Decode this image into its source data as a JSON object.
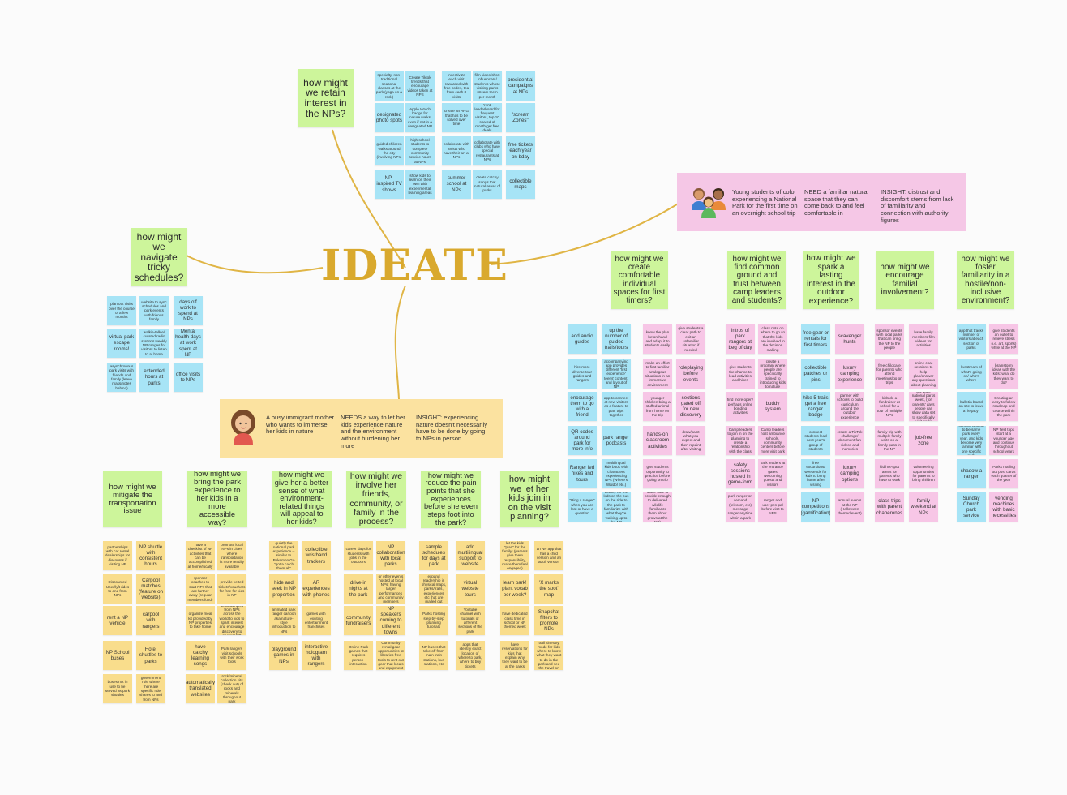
{
  "title": "IDEATE",
  "colors": {
    "question": "#cdf59b",
    "blue": "#a7e4f6",
    "yellow": "#f9dd8c",
    "pink": "#f7c6e6",
    "title": "#d9a92e",
    "connector": "#e0b545"
  },
  "questions": {
    "retain": "how might we retain interest in the NPs?",
    "schedules": "how might we navigate tricky schedules?",
    "transport": "how might we mitigate the transportation issue",
    "accessible": "how might we bring the park experience to her kids in a more accessible way?",
    "sense": "how might we give her a better sense of what environment-related things will appeal to her kids?",
    "involve": "how might we involve her friends, community, or family in the process?",
    "reduce": "how might we reduce the pain points that she experiences before she even steps foot into the park?",
    "letkids": "how might we let her kids join in on the visit planning?",
    "comfortable": "how might we create comfortable individual spaces for first timers?",
    "common": "how might we find common ground and trust between camp leaders and students?",
    "spark": "how might we spark a lasting interest in the outdoor experience?",
    "familial": "how might we encourage familial involvement?",
    "foster": "how might we foster familiarity in a hostile/non-inclusive environment?"
  },
  "banners": {
    "mother": {
      "col1": "A busy immigrant mother who wants to immerse her kids in nature",
      "col2": "NEEDS a way to let her kids experience nature and the environment without burdening her more",
      "col3": "INSIGHT: experiencing nature doesn't necessarily have to be done by going to NPs in person"
    },
    "students": {
      "col1": "Young students of color experiencing a National Park for the first time on an overnight school trip",
      "col2": "NEED a familiar natural space that they can come back to and feel comfortable in",
      "col3": "INSIGHT: distrust and discomfort stems from lack of familiarity and connection with authority figures"
    }
  },
  "notes": {
    "retain": [
      [
        "specialty, non-traditional seasonal classes at the park (yoga on a rock)",
        "Create Tiktok trends that encourage videos taken at NPS",
        "incentivize each visit rewarded with free codes, tea from each 3 visits",
        "film video/short influencers/ students whose visiting parks stream them per month",
        "presidential campaigns at NPs"
      ],
      [
        "designated photo spots",
        "Apple Watch badge for nature walks even if not in a designated NP",
        "create an ARG that has to be solved over time",
        "'rent' leaderboard for frequent visitors, top 10 shared of month get free deals",
        "\"scream Zones\""
      ],
      [
        "guided children walks around the city (involving NPs)",
        "high school students to complete community service hours at NPs",
        "collaborate with artists who have their art at NPs",
        "collaborate with clubs who have special restaurants at NPs",
        "free tickets each year on bday"
      ],
      [
        "NP-inspired TV shows",
        "show kids to learn on their own with experimental learning areas",
        "summer school at NPs",
        "create catchy songs that natural areas of parks",
        "collectible maps"
      ]
    ],
    "schedules": [
      [
        "plan out visits over the course of a few months",
        "website to sync schedules and park events with friends family",
        "days off work to spend at NPs"
      ],
      [
        "virtual park escape rooms!",
        "walkie-talkie/ curated radio stations weekly NP ranges for visitors to listen to at home",
        "Mental health days at work spent at NP"
      ],
      [
        "asynchronous park visits with friends and family (leave mass/notes behind)",
        "extended hours at parks",
        "office visits to NPs"
      ]
    ],
    "transport": [
      [
        "partnerships with car rental dealerships for discounts if visiting NP",
        "NP shuttle with consistent hours"
      ],
      [
        "Discounted Uber/lyft rides to and from NPs",
        "Carpool matches (feature on website)"
      ],
      [
        "rent a NP vehicle",
        "carpool with rangers"
      ],
      [
        "NP School buses",
        "Hotel shuttles to parks"
      ],
      [
        "buses not in use to be served as park shuttles",
        "government role where there are specific ride shares to and from NPs"
      ]
    ],
    "accessible": [
      [
        "have a checklist of NP activities that can be accomplished at home/locally",
        "promote local NPs in cities where transportation is more readily available"
      ],
      [
        "sponsor coaches to start NPs that are further away (regular members fund)",
        "provide vetted tickets/vouchers for free for kids in NP"
      ],
      [
        "organize meal kit provided by NP properties to take home",
        "send samples from NPs across the world to kids to spark interest and encourage discovery to nearest NP"
      ],
      [
        "have catchy learning songs",
        "Park rangers visit schools with their work tools"
      ],
      [
        "automatically translated websites",
        "rock/mineral collection kits (check out) of rocks and minerals throughout park"
      ]
    ],
    "sense": [
      [
        "quietly the national park experience -- similar to Pokemon Go \"gotta catch them all\"",
        "collectible wristband trackers"
      ],
      [
        "hide and seek in NP properties",
        "AR experiences with phones"
      ],
      [
        "animated park ranger cartoon aka nature-style introduction to NPs",
        "games with exciting entertainment franchises"
      ],
      [
        "playground games in NPs",
        "interactive hologram with rangers"
      ]
    ],
    "involve": [
      [
        "career days for students with jobs in the outdoors",
        "NP collaboration with local parks"
      ],
      [
        "drive-in nights at the park",
        "dance classes or other events hosted at local NPs; having larger performances and community members interested"
      ],
      [
        "community fundraisers",
        "NP speakers coming to different towns"
      ],
      [
        "Online Park games that requires person-interaction",
        "Community rental gear opportunities at libraries free tools to rent out gear that locals and equipment"
      ]
    ],
    "reduce": [
      [
        "sample schedules for days at park",
        "add multilingual support to website"
      ],
      [
        "expand readership in physical maps, parks/trails, experiences etc that are mailed out",
        "virtual website tours"
      ],
      [
        "Parks hosting step-by-step planning tutorials",
        "Youtube channel with tutorials of different sections of the park"
      ],
      [
        "NP buses that take off from main train stations, bus stations, etc",
        "apps that identify exact location of where to park, where to buy tickets"
      ]
    ],
    "letkids": [
      [
        "let the kids \"plan\" for the family! (parents give them responsibility, make them feel engaged)",
        "an NP app that has a child version and an adult version"
      ],
      [
        "learn park! plant vocab per week?",
        "'X marks the spot' map"
      ],
      [
        "have dedicated class time in school or NP themed week",
        "Snapchat filters to promote NPs"
      ],
      [
        "have reservations for kids that explain why they want to be at the parks",
        "build your own \"trail itinerary\" mode for kids where to know what they want to do in the park and see the travel on their website"
      ]
    ],
    "comfortable": [
      [
        "add audio guides",
        "up the number of guided trails/tours",
        "know the plan beforehand and adapt it to students easily",
        "give students a clear path to exit an unfamiliar situation if needed"
      ],
      [
        "hire more diverse tour guides and rangers",
        "accompanying app provides different 'first experience' teens' content, and layout of NP",
        "make an effort to first familiar analogous situations in an immersive environment",
        "roleplaying before events"
      ],
      [
        "encourage them to go with a friend",
        "app to connect at new visitors as a feature to plan trips together",
        "younger children bring a stuffed animal from home on the trip",
        "sections gated off for new discovery"
      ],
      [
        "QR codes around park for more info",
        "park ranger podcasts",
        "hands-on classroom activities",
        "draw/paint what you expect and then repaint after visiting"
      ],
      [
        "Ranger led hikes and tours",
        "multilingual kids book with characters experiencing NPs (Where's Waldo! etc.)",
        "give students opportunity to practice before going on trip"
      ],
      [
        "\"Ring a ranger\" when you are lost or have a question",
        "activity for the kids on the bus on the ride to the park to familiarize with what they're walking up to the NP",
        "Make sure to provide enough to delivered wildlife (familiarize them about grows at the NP)"
      ]
    ],
    "common": [
      [
        "intros of park rangers at beg of day",
        "class note on where to go so that the kids are involved in the decision making"
      ],
      [
        "give students the chance to lead activities and hikes",
        "create a program where people are specifically trained to introducing kids to nature"
      ],
      [
        "find more open/ perhaps online bonding activities",
        "buddy system"
      ],
      [
        "Camp leaders to join in on the planning to create a relationship with the class",
        "Camp leaders host ambiance schools, community centers before more visit park"
      ],
      [
        "safety sessions hosted in game-form",
        "park leaders at the entrance gates welcoming guests and visitors"
      ],
      [
        "park ranger on demand (telecom, etc) message ranger anytime within a park",
        "ranger and user pen pal before visit to NPS"
      ]
    ],
    "spark": [
      [
        "free gear or rentals for first timers",
        "scavenger hunts"
      ],
      [
        "collectible patches or pins",
        "luxury camping experience"
      ],
      [
        "hike 5 trails get a free ranger badge",
        "partner with schools to build curriculum around the outdoor experience"
      ],
      [
        "connect students lead next year's group of students",
        "create a TikTok challenge/ document fun videos and memories"
      ],
      [
        "free excursions/ weekends for kids to bring home after visiting",
        "luxury camping options"
      ],
      [
        "NP competitions (gamification)",
        "annual events at the NP (Halloween themed event)"
      ]
    ],
    "familial": [
      [
        "sponsor events with local parks that can bring the NP to the people",
        "have family members film videos for activities"
      ],
      [
        "free childcare for parents who attend meetings/go on trips",
        "online chat sessions to help plan/answer any questions about planning"
      ],
      [
        "kids do a fundraiser at school for a tour of multiple NPs",
        "city-wide national parks week, (for parents' days people can show data set to specifically visit park)"
      ],
      [
        "family trip with multiple family units on a family pass in the NP",
        "job-free zone"
      ],
      [
        "kid hot-spot areas for parents who have to work",
        "volunteering opportunities for parents to bring children"
      ],
      [
        "class trips with parent chaperones",
        "family weekend at NPs"
      ]
    ],
    "foster": [
      [
        "app that tracks number of visitors at each section of parks",
        "give students an outlet to relieve stress (i.e. art, sports) while at the NP"
      ],
      [
        "livestream of what's going on/ who's where",
        "brainstorm ideas with the kids: what do they want to do?"
      ],
      [
        "bulletin board on site to leave a \"legacy\"",
        "Creating an easy-to-follow roadmap and course within the park"
      ],
      [
        "schools around to be same park every year, and kids become very familiar with one specific park",
        "NP field trips start at a younger age and continue throughout school years"
      ],
      [
        "shadow a ranger",
        "Parks mailing out post cards each quarter of the year"
      ],
      [
        "Sunday Church park service",
        "vending machines with basic necessities"
      ]
    ]
  }
}
